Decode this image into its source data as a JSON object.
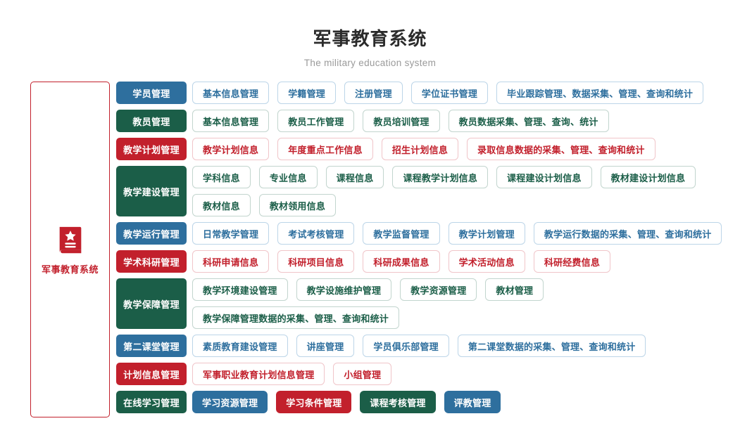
{
  "header": {
    "title": "军事教育系统",
    "subtitle": "The military education system"
  },
  "root": {
    "label": "军事教育系统",
    "icon": "book-star-icon",
    "color": "#c2202c"
  },
  "palette": {
    "blue": "#2e6f9e",
    "green": "#1b5e48",
    "red": "#c2202c",
    "blue_border": "#bcd5e8",
    "green_border": "#c2d5ce",
    "red_border": "#f0c5c9",
    "title_color": "#2b2b2b",
    "subtitle_color": "#9a9a9a",
    "background": "#ffffff"
  },
  "rows": [
    {
      "category": "学员管理",
      "color": "blue",
      "style": "outline",
      "children": [
        "基本信息管理",
        "学籍管理",
        "注册管理",
        "学位证书管理",
        "毕业跟踪管理、数据采集、管理、查询和统计"
      ]
    },
    {
      "category": "教员管理",
      "color": "green",
      "style": "outline",
      "children": [
        "基本信息管理",
        "教员工作管理",
        "教员培训管理",
        "教员数据采集、管理、查询、统计"
      ]
    },
    {
      "category": "教学计划管理",
      "color": "red",
      "style": "outline",
      "children": [
        "教学计划信息",
        "年度重点工作信息",
        "招生计划信息",
        "录取信息数据的采集、管理、查询和统计"
      ]
    },
    {
      "category": "教学建设管理",
      "color": "green",
      "style": "outline",
      "children": [
        "学科信息",
        "专业信息",
        "课程信息",
        "课程教学计划信息",
        "课程建设计划信息",
        "教材建设计划信息",
        "教材信息",
        "教材领用信息"
      ]
    },
    {
      "category": "教学运行管理",
      "color": "blue",
      "style": "outline",
      "children": [
        "日常教学管理",
        "考试考核管理",
        "教学监督管理",
        "教学计划管理",
        "教学运行数据的采集、管理、查询和统计"
      ]
    },
    {
      "category": "学术科研管理",
      "color": "red",
      "style": "outline",
      "children": [
        "科研申请信息",
        "科研项目信息",
        "科研成果信息",
        "学术活动信息",
        "科研经费信息"
      ]
    },
    {
      "category": "教学保障管理",
      "color": "green",
      "style": "outline",
      "children": [
        "教学环境建设管理",
        "教学设施维护管理",
        "教学资源管理",
        "教材管理",
        "教学保障管理数据的采集、管理、查询和统计"
      ]
    },
    {
      "category": "第二课堂管理",
      "color": "blue",
      "style": "outline",
      "children": [
        "素质教育建设管理",
        "讲座管理",
        "学员俱乐部管理",
        "第二课堂数据的采集、管理、查询和统计"
      ]
    },
    {
      "category": "计划信息管理",
      "color": "red",
      "style": "outline",
      "children": [
        "军事职业教育计划信息管理",
        "小组管理"
      ]
    },
    {
      "category": "在线学习管理",
      "color": "green",
      "style": "filled",
      "children": [
        {
          "label": "学习资源管理",
          "color": "blue"
        },
        {
          "label": "学习条件管理",
          "color": "red"
        },
        {
          "label": "课程考核管理",
          "color": "green"
        },
        {
          "label": "评教管理",
          "color": "blue"
        }
      ]
    }
  ]
}
